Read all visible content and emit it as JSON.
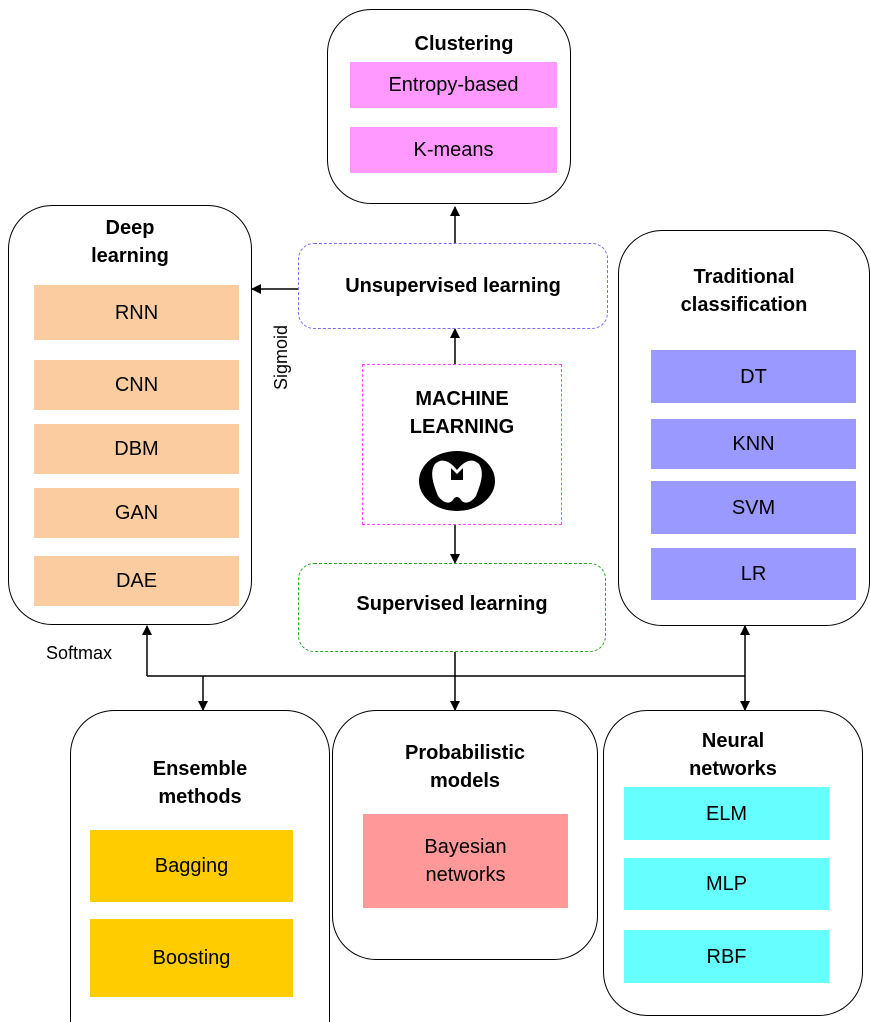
{
  "colors": {
    "clustering": "#ff99ff",
    "deep": "#fbcc9f",
    "traditional": "#9999ff",
    "ensemble": "#ffcc00",
    "probabilistic": "#ff9999",
    "neural": "#66ffff",
    "unsupervised_border": "#7b6cff",
    "machine_border": "#ff44ff",
    "supervised_border": "#22aa22"
  },
  "center": {
    "title": "MACHINE\nLEARNING",
    "logo": "thyroid-icon",
    "unsupervised": "Unsupervised learning",
    "supervised": "Supervised learning"
  },
  "edge_labels": {
    "sigmoid": "Sigmoid",
    "softmax": "Softmax"
  },
  "clustering": {
    "title": "Clustering",
    "items": [
      "Entropy-based",
      "K-means"
    ]
  },
  "deep": {
    "title": "Deep\nlearning",
    "items": [
      "RNN",
      "CNN",
      "DBM",
      "GAN",
      "DAE"
    ]
  },
  "traditional": {
    "title": "Traditional\nclassification",
    "items": [
      "DT",
      "KNN",
      "SVM",
      "LR"
    ]
  },
  "ensemble": {
    "title": "Ensemble\nmethods",
    "items": [
      "Bagging",
      "Boosting"
    ]
  },
  "probabilistic": {
    "title": "Probabilistic\nmodels",
    "items": [
      "Bayesian\nnetworks"
    ]
  },
  "neural": {
    "title": "Neural\nnetworks",
    "items": [
      "ELM",
      "MLP",
      "RBF"
    ]
  }
}
